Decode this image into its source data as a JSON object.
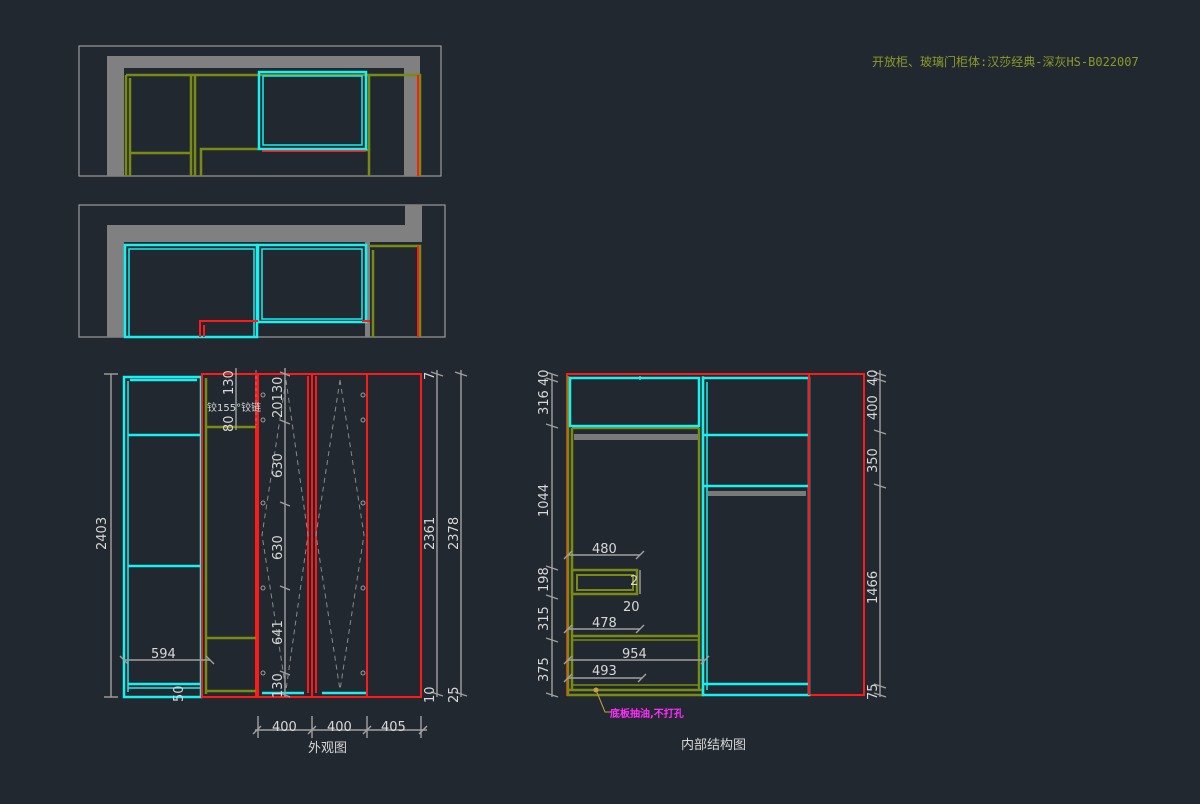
{
  "drawing": {
    "title": "开放柜、玻璃门柜体:汉莎经典-深灰HS-B022007",
    "captions": {
      "exterior": "外观图",
      "interior": "内部结构图"
    },
    "note": "底板抽油,不打孔",
    "hinge_note": "铰155°铰链"
  },
  "exterior_dims": {
    "left_total": "2403",
    "left_width": "594",
    "left_base": "50",
    "door_130_a": "130",
    "door_80": "80",
    "col_20_130": "20130",
    "col_630_a": "630",
    "col_630_b": "630",
    "col_641": "641",
    "col_130_b": "130",
    "right_7": "7",
    "right_2361": "2361",
    "right_10": "10",
    "outer_2378": "2378",
    "outer_25": "25",
    "bottom_400_a": "400",
    "bottom_400_b": "400",
    "bottom_405": "405"
  },
  "interior_dims": {
    "left_40": "40",
    "left_316": "316",
    "left_1044": "1044",
    "left_198": "198",
    "left_315": "315",
    "left_375": "375",
    "w_480": "480",
    "w_2": "2",
    "w_20": "20",
    "w_478": "478",
    "w_954": "954",
    "w_493": "493",
    "right_40": "40",
    "right_400": "400",
    "right_350": "350",
    "right_1466": "1466",
    "right_75": "75"
  }
}
